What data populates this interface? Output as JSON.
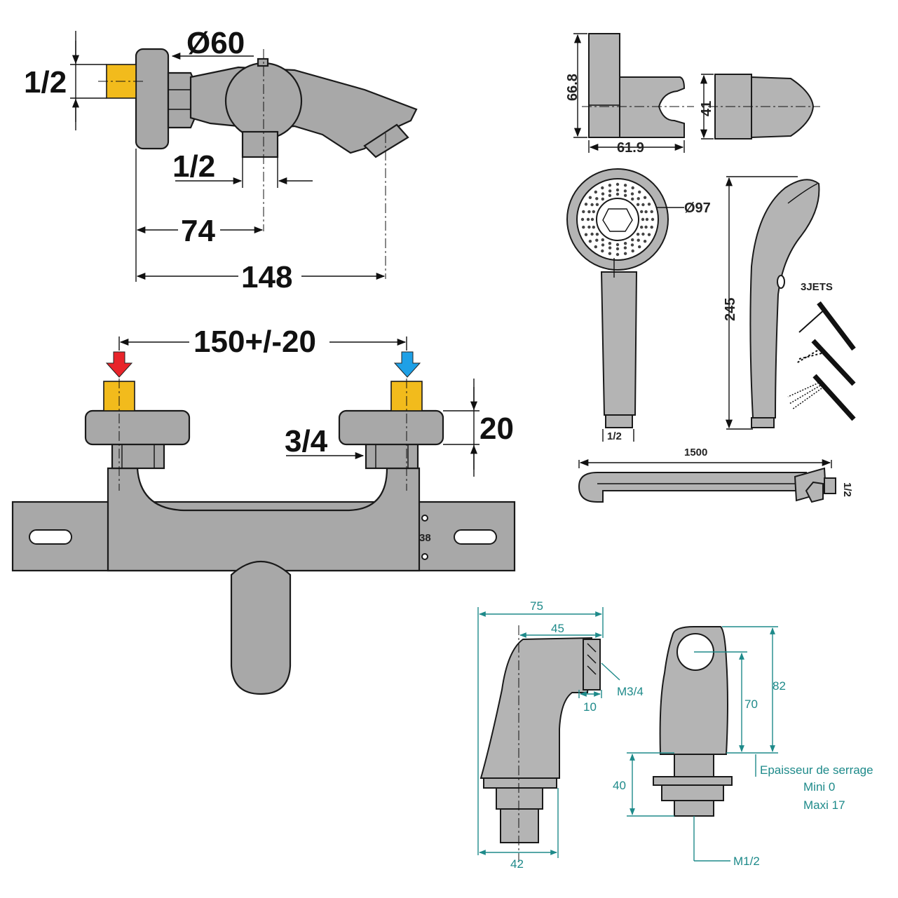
{
  "mixer_side_view": {
    "dim_inlet_thread": "1/2",
    "dim_body_diameter": "Ø60",
    "dim_outlet_thread": "1/2",
    "dim_to_outlet": "74",
    "dim_overall_length": "148"
  },
  "mixer_front_view": {
    "dim_centres": "150+/-20",
    "dim_connector_height": "20",
    "dim_connector_thread": "3/4",
    "temperature_mark": "38",
    "colors": {
      "hot_arrow": "#e8242a",
      "cold_arrow": "#1ea0e6",
      "brass": "#f2bb1c",
      "body": "#a8a8a8"
    }
  },
  "wall_holder": {
    "dim_height": "66.8",
    "dim_width": "61.9",
    "dim_depth": "41"
  },
  "hand_shower": {
    "dim_diameter": "Ø97",
    "dim_length": "245",
    "dim_thread": "1/2",
    "label_jets": "3JETS"
  },
  "hose": {
    "dim_length": "1500",
    "dim_thread": "1/2"
  },
  "deck_outlet": {
    "dim_length": "75",
    "dim_spout": "45",
    "dim_thread_label": "M3/4",
    "dim_thread_length": "10",
    "dim_base": "42",
    "dim_total_height": "82",
    "dim_body_height": "70",
    "dim_shank": "40",
    "label_clamping": "Epaisseur de serrage",
    "label_min": "Mini 0",
    "label_max": "Maxi 17",
    "dim_bottom_thread": "M1/2"
  }
}
